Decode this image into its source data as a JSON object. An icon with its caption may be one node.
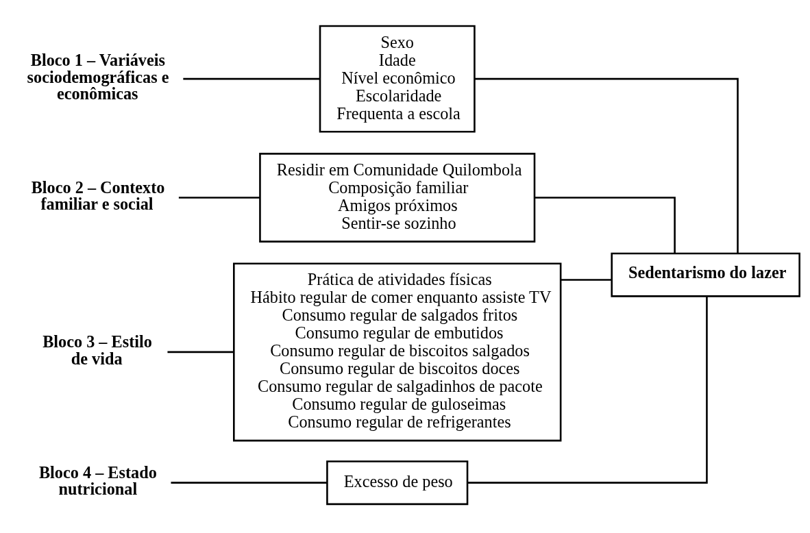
{
  "diagram": {
    "nodes": [
      {
        "text": [
          "Bloco 1 – Variáveis sociodemográficas e econômicas"
        ]
      },
      {
        "text": [
          "Sexo",
          "Idade",
          "Nível econômico",
          "Escolaridade",
          "Frequenta a escola"
        ]
      },
      {
        "text": [
          "Bloco 2 – Contexto familiar e social"
        ]
      },
      {
        "text": [
          "Residir em Comunidade Quilombola",
          "Composição familiar",
          "Amigos próximos",
          "Sentir-se sozinho"
        ]
      },
      {
        "text": [
          "Bloco 3 – Estilo de vida"
        ]
      },
      {
        "text": [
          "Prática de atividades físicas",
          "Hábito regular de comer enquanto assiste TV",
          "Consumo regular de salgados fritos",
          "Consumo regular de embutidos",
          "Consumo regular de biscoitos salgados",
          "Consumo regular de biscoitos doces",
          "Consumo regular de salgadinhos de pacote",
          "Consumo regular de guloseimas",
          "Consumo regular de refrigerantes"
        ]
      },
      {
        "text": [
          "Bloco 4 – Estado nutricional"
        ]
      },
      {
        "text": [
          "Excesso de peso"
        ]
      },
      {
        "text": [
          "Sedentarismo do lazer"
        ]
      }
    ],
    "edges": [
      {
        "from": 0,
        "to": 1,
        "arrow": "none"
      },
      {
        "from": 2,
        "to": 3,
        "arrow": "none"
      },
      {
        "from": 4,
        "to": 5,
        "arrow": "none"
      },
      {
        "from": 6,
        "to": 7,
        "arrow": "none"
      },
      {
        "from": 1,
        "to": 8,
        "arrow": "none"
      },
      {
        "from": 3,
        "to": 8,
        "arrow": "none"
      },
      {
        "from": 5,
        "to": 8,
        "arrow": "none"
      },
      {
        "from": 7,
        "to": 8,
        "arrow": "none"
      }
    ]
  }
}
